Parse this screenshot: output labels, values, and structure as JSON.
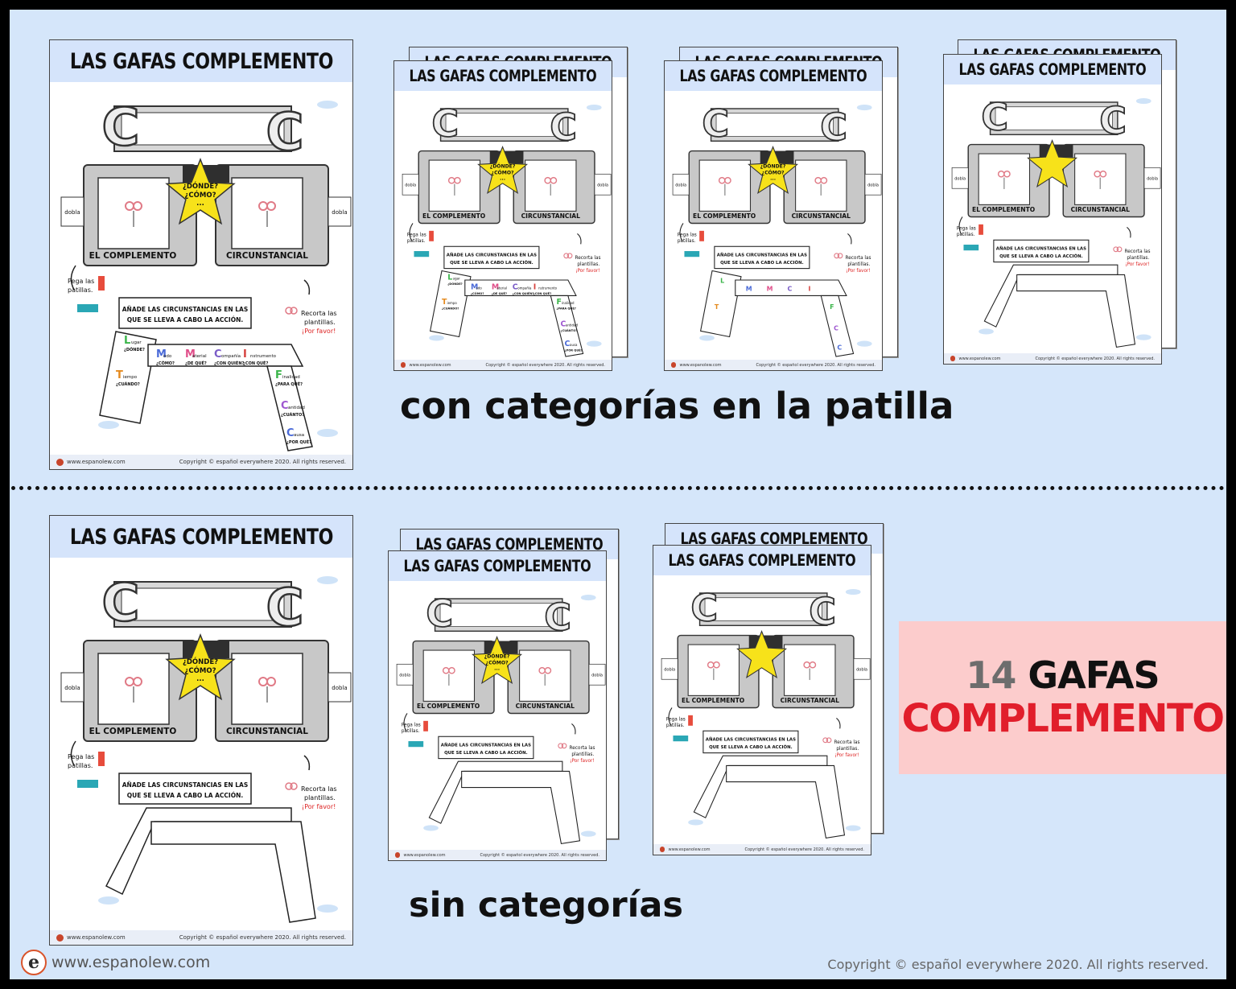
{
  "worksheet": {
    "title": "LAS GAFAS COMPLEMENTO",
    "letter": "C",
    "star_text": "¿DÓNDE? ¿CÓMO? ...",
    "left_label": "EL COMPLEMENTO",
    "right_label": "CIRCUNSTANCIAL",
    "fold_label": "dobla",
    "glue_label": "Pega las patillas.",
    "cut_label": "Recorta las plantillas.",
    "cut_please": "¡Por favor!",
    "instruction": "AÑADE LAS CIRCUNSTANCIAS EN LAS QUE SE LLEVA A CABO LA ACCIÓN.",
    "footer_site": "www.espanolew.com",
    "footer_copyright": "Copyright © español everywhere 2020. All rights reserved.",
    "categories": [
      {
        "letter": "L",
        "word": "ugar",
        "q": "¿DÓNDE?"
      },
      {
        "letter": "T",
        "word": "iempo",
        "q": "¿CUÁNDO?"
      },
      {
        "letter": "M",
        "word": "odo",
        "q": "¿CÓMO?"
      },
      {
        "letter": "M",
        "word": "aterial",
        "q": "¿DE QUÉ?"
      },
      {
        "letter": "C",
        "word": "ompañía",
        "q": "¿CON QUIÉN?"
      },
      {
        "letter": "I",
        "word": "nstrumento",
        "q": "¿CON QUÉ?"
      },
      {
        "letter": "F",
        "word": "inalidad",
        "q": "¿PARA QUÉ?"
      },
      {
        "letter": "C",
        "word": "antidad",
        "q": "¿CUÁNTO?"
      },
      {
        "letter": "C",
        "word": "ausa",
        "q": "¿POR QUÉ?"
      }
    ]
  },
  "captions": {
    "top": "con categorías en la patilla",
    "bottom": "sin categorías"
  },
  "promo": {
    "number": "14",
    "word1": "GAFAS",
    "word2": "COMPLEMENTO",
    "accent_color": "#e11e2b"
  },
  "footer": {
    "logo_letter": "e",
    "site": "www.espanolew.com",
    "copyright": "Copyright © español everywhere 2020. All rights reserved."
  }
}
